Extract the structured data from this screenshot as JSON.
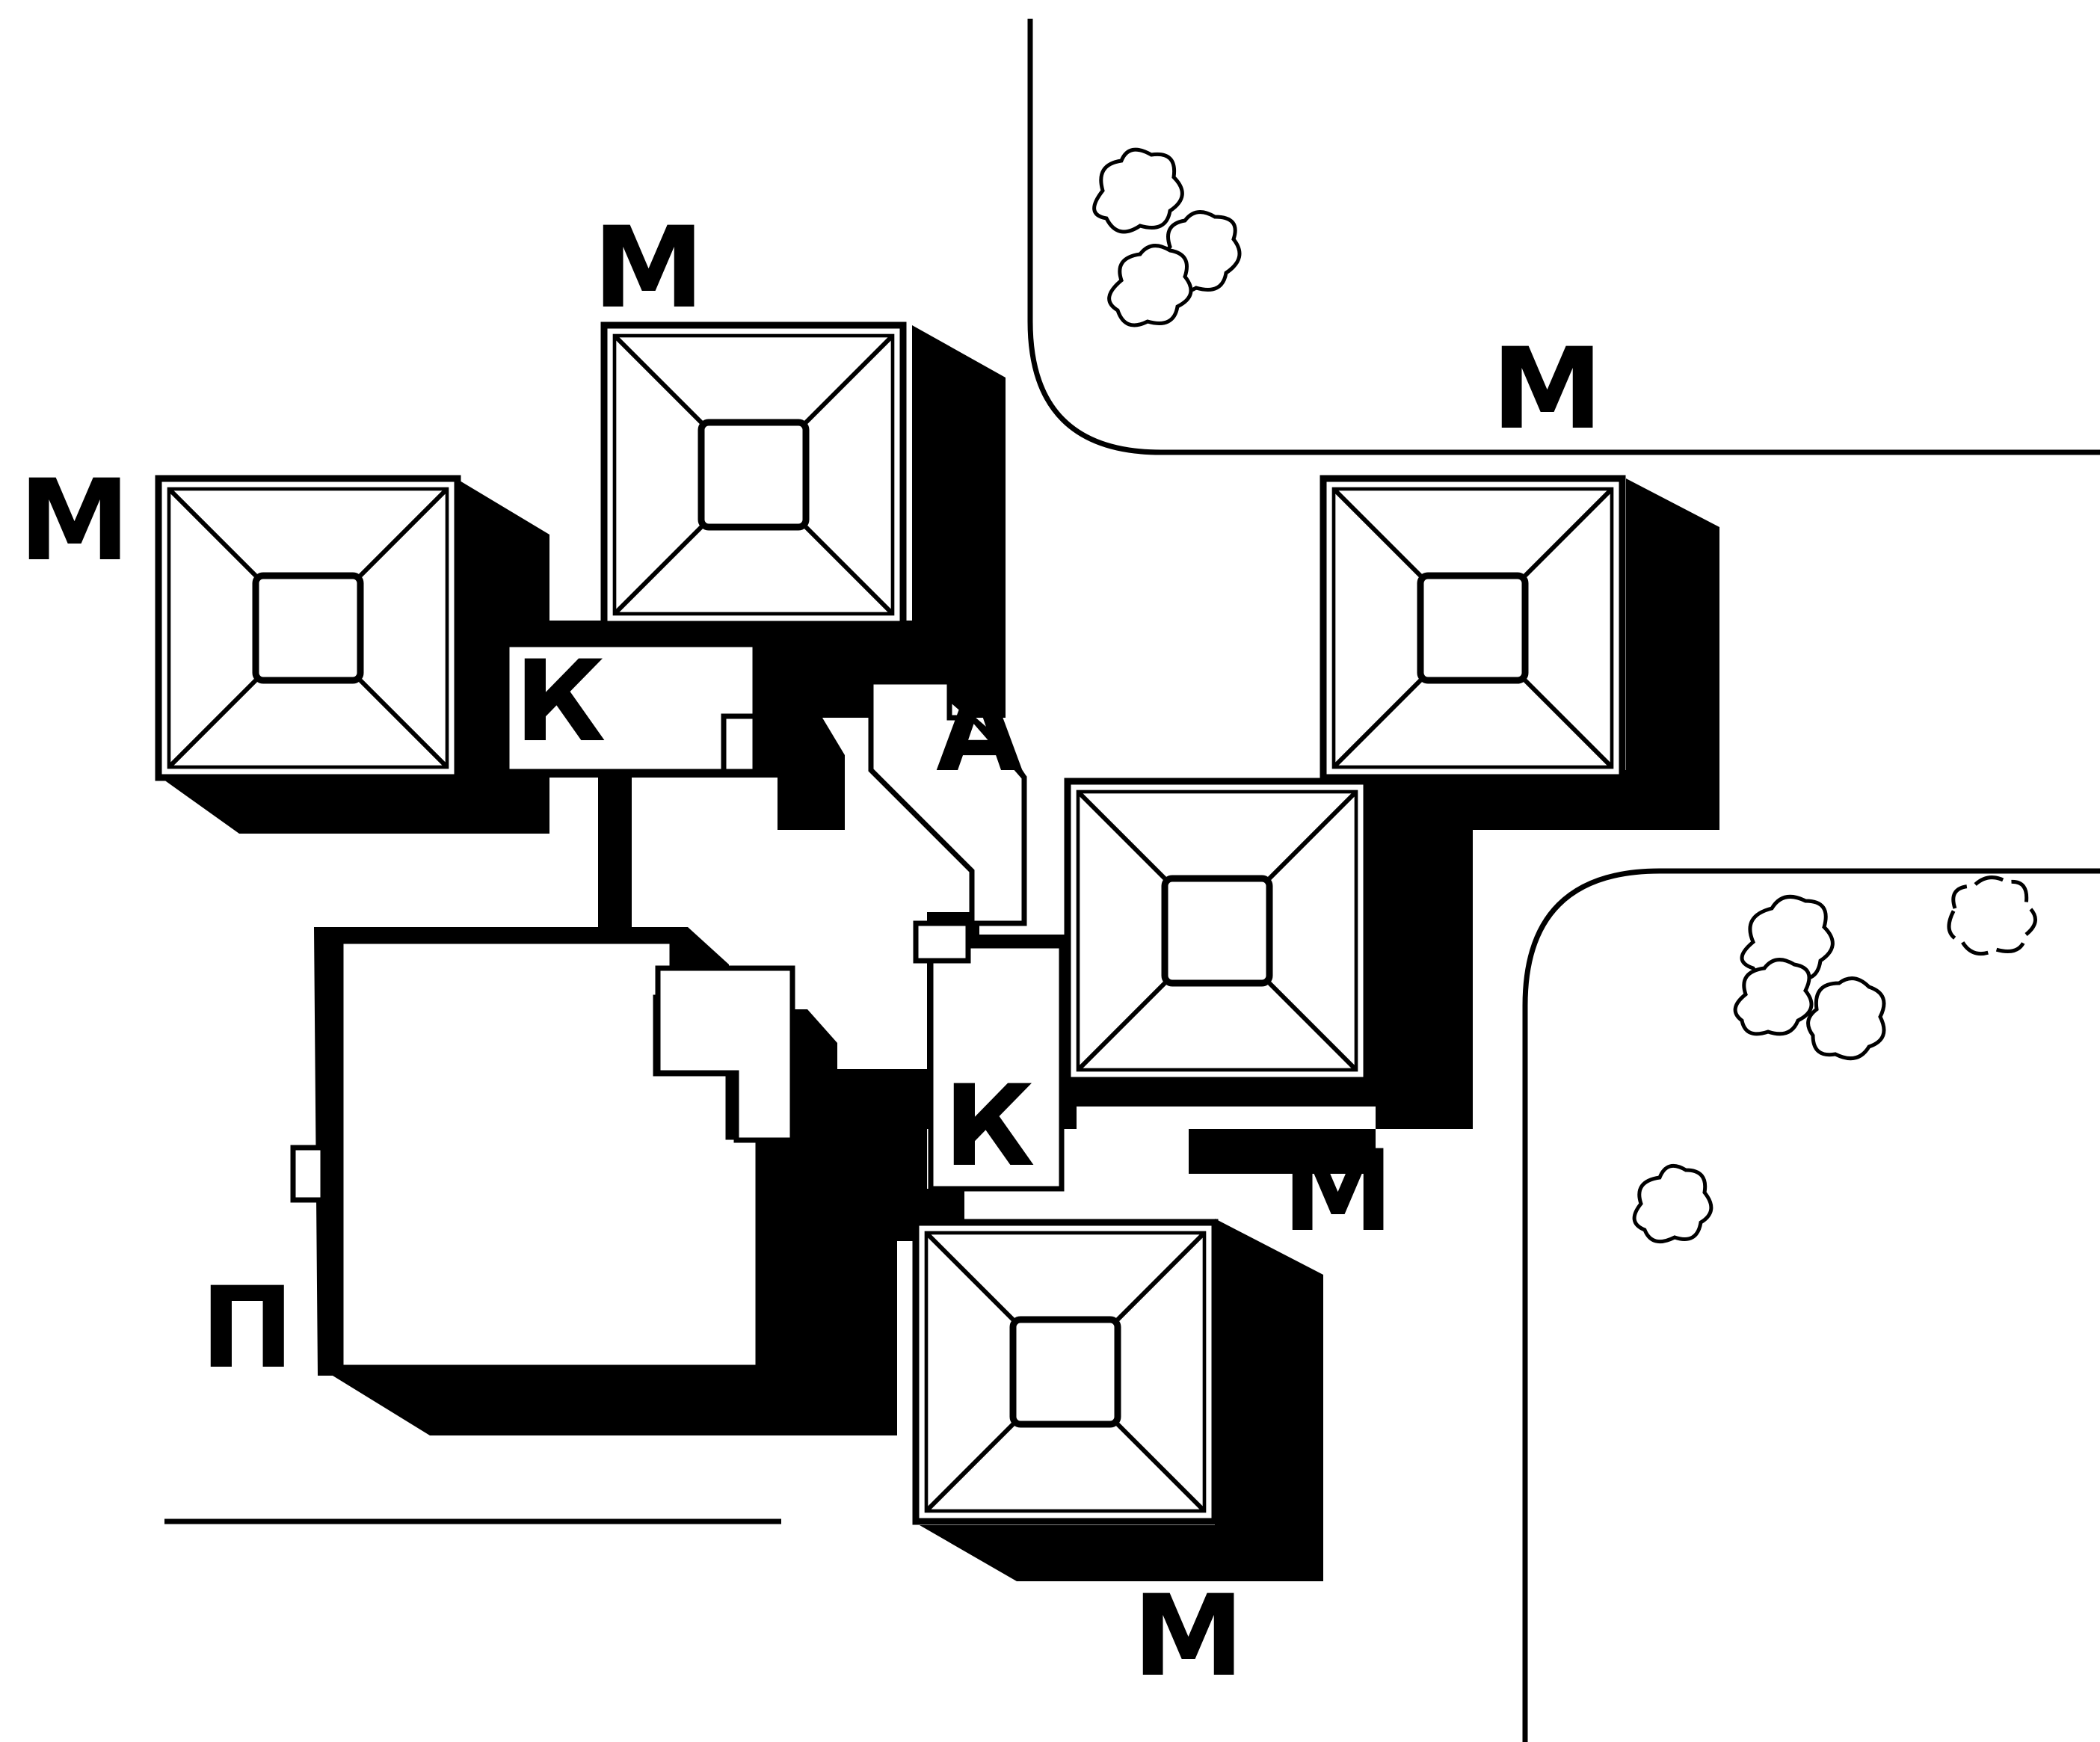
{
  "colors": {
    "ink": "#000000",
    "paper": "#ffffff"
  },
  "labels": {
    "m_top_left": "М",
    "m_top_center": "М",
    "m_top_right": "М",
    "m_center_right": "М",
    "m_bottom": "М",
    "k_upper": "К",
    "k_lower": "К",
    "a_hall": "А",
    "p_block": "П"
  },
  "icons": {
    "tree_cluster_top": "tree-icon",
    "tree_cluster_right": "tree-icon",
    "tree_single_right": "tree-icon"
  }
}
